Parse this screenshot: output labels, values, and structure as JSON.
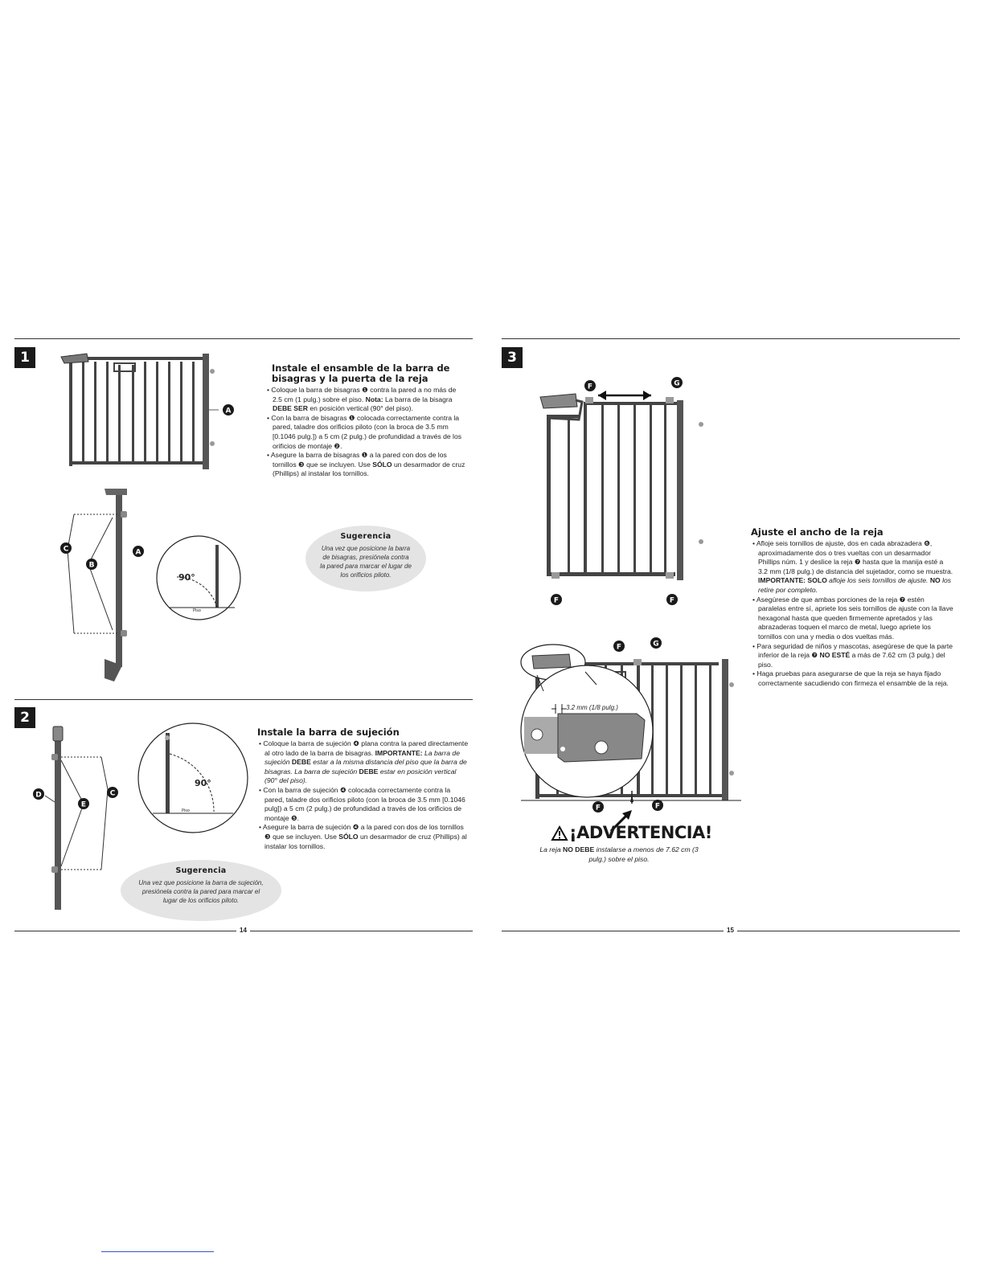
{
  "pages": {
    "left_number": "14",
    "right_number": "15"
  },
  "step1": {
    "number": "1",
    "title_line1": "Instale el ensamble de la barra de",
    "title_line2": "bisagras y la puerta de la reja",
    "bullets": [
      "Coloque la barra de bisagras ❶ contra la pared a no más de 2.5 cm (1 pulg.) sobre el piso.",
      "Con la barra de bisagras ❶ colocada correctamente contra la pared, taladre dos orificios piloto (con la broca de 3.5 mm [0.1046 pulg.]) a 5 cm (2 pulg.) de profundidad a través de los orificios de montaje ❷.",
      "Asegure la barra de bisagras ❶ a la pared con dos de los tornillos ❸ que se incluyen. Use"
    ],
    "bullet1_note_label": "Nota:",
    "bullet1_note_text": "La barra de la bisagra",
    "bullet1_must": "DEBE SER",
    "bullet1_tail": "en posición vertical (90° del piso).",
    "bullet3_only": "SÓLO",
    "bullet3_tail": "un desarmador de cruz (Phillips) al instalar los tornillos.",
    "tip_title": "Sugerencia",
    "tip_text": "Una vez que posicione la barra de bisagras, presiónela contra la pared para marcar el lugar de los orificios piloto.",
    "angle_label": "90°",
    "floor_label": "Piso",
    "callouts": [
      "A",
      "B",
      "C",
      "A"
    ]
  },
  "step2": {
    "number": "2",
    "title": "Instale la barra de sujeción",
    "b1": "Coloque la barra de sujeción ❹ plana contra la pared directamente al otro lado de la barra de bisagras.",
    "b1_important": "IMPORTANTE:",
    "b1_imp_text1": "La barra de sujeción",
    "b1_debe": "DEBE",
    "b1_imp_text2": "estar a la misma distancia del piso que la barra de bisagras. La barra de sujeción",
    "b1_debe2": "DEBE",
    "b1_imp_text3": "estar en posición vertical (90° del piso).",
    "b2": "Con la barra de sujeción ❹ colocada correctamente contra la pared, taladre dos orificios piloto (con la broca de 3.5 mm [0.1046 pulg]) a 5 cm (2 pulg.) de profundidad a través de los orificios de montaje ❺.",
    "b3_start": "Asegure la barra de sujeción ❹ a la pared con dos de los tornillos ❸ que se incluyen. Use",
    "b3_only": "SÓLO",
    "b3_tail": "un desarmador de cruz (Phillips) al instalar los tornillos.",
    "tip_title": "Sugerencia",
    "tip_text": "Una vez que posicione la barra de sujeción, presiónela contra la pared para marcar el lugar de los orificios piloto.",
    "angle_label": "90°",
    "floor_label": "Piso",
    "callouts": [
      "D",
      "E",
      "C"
    ]
  },
  "step3": {
    "number": "3",
    "title": "Ajuste el ancho de la reja",
    "b1_start": "Afloje seis tornillos de ajuste, dos en cada abrazadera ❻, aproximadamente dos o tres vueltas con un desarmador Phillips núm. 1 y deslice la reja ❼ hasta que la manija esté a 3.2 mm (1/8 pulg.) de distancia del sujetador, como se muestra.",
    "b1_important": "IMPORTANTE: SOLO",
    "b1_imp_text": "afloje los seis tornillos de ajuste.",
    "b1_no": "NO",
    "b1_no_text": "los retire por completo.",
    "b2": "Asegúrese de que ambas porciones de la reja ❼ estén paralelas entre sí, apriete los seis tornillos de ajuste con la llave hexagonal hasta que queden firmemente apretados y las abrazaderas toquen el marco de metal, luego apriete los tornillos con una y media o dos vueltas más.",
    "b3_start": "Para seguridad de niños y mascotas, asegúrese de que la parte inferior de la reja ❼",
    "b3_no": "NO ESTÉ",
    "b3_tail": "a más de 7.62 cm (3 pulg.) del piso.",
    "b4": "Haga pruebas para asegurarse de que la reja se haya fijado correctamente sacudiendo con firmeza el ensamble de la reja.",
    "gap_label": "3.2 mm (1/8 pulg.)",
    "warning_title": "¡ADVERTENCIA!",
    "warning_pre": "La reja",
    "warning_bold": "NO DEBE",
    "warning_post": "instalarse a menos de 7.62 cm (3 pulg.) sobre el piso.",
    "callouts": [
      "F",
      "G",
      "F",
      "F",
      "F",
      "G",
      "F",
      "F"
    ]
  }
}
